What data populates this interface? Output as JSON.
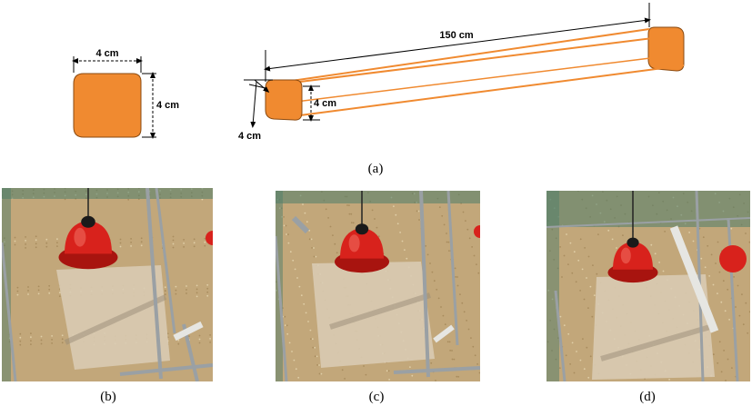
{
  "figure": {
    "panel_a": {
      "caption": "(a)",
      "square_width": "4 cm",
      "square_height": "4 cm",
      "beam_length": "150 cm",
      "beam_height": "4 cm",
      "beam_depth": "4 cm"
    },
    "panel_b": {
      "caption": "(b)"
    },
    "panel_c": {
      "caption": "(c)"
    },
    "panel_d": {
      "caption": "(d)"
    }
  },
  "colors": {
    "perch_orange": "#f08a30",
    "perch_edge": "#8a4a10",
    "feeder_red": "#d8221c",
    "litter": "#c2a77a",
    "paper": "#d9cbb2",
    "net_green": "#4f7d6a"
  },
  "icons": [
    "feeder-icon",
    "perch-icon"
  ]
}
